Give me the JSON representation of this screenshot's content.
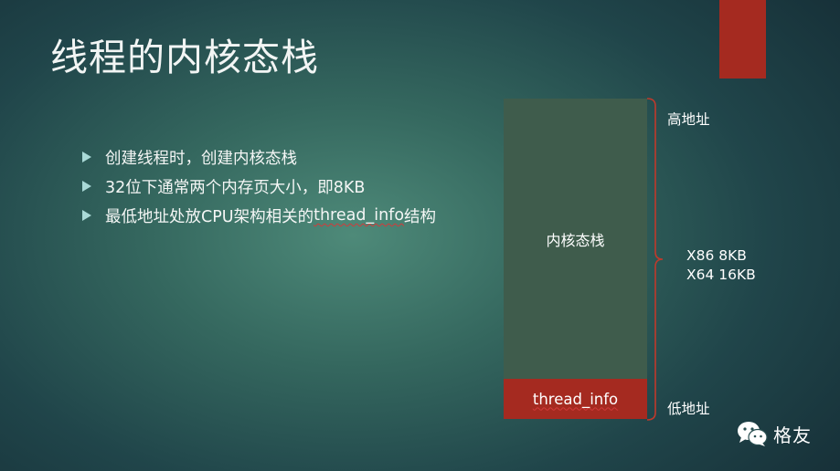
{
  "slide": {
    "title": "线程的内核态栈"
  },
  "bullets": [
    {
      "text": "创建线程时，创建内核态栈"
    },
    {
      "text": "32位下通常两个内存页大小，即8KB"
    },
    {
      "text_before": "最低地址处放CPU架构相关的",
      "text_underlined": "thread_info",
      "text_after": "结构"
    }
  ],
  "diagram": {
    "stack_label": "内核态栈",
    "thread_info_label": "thread_info",
    "high_address_label": "高地址",
    "low_address_label": "低地址",
    "size_x86": "X86 8KB",
    "size_x64": "X64 16KB"
  },
  "watermark": {
    "text": "格友",
    "icon": "wechat-icon"
  },
  "colors": {
    "accent_red": "#a52a20",
    "stack_green": "#3f5c4c",
    "bullet_teal": "#a9d9d6",
    "brace_red": "#c0392b"
  }
}
